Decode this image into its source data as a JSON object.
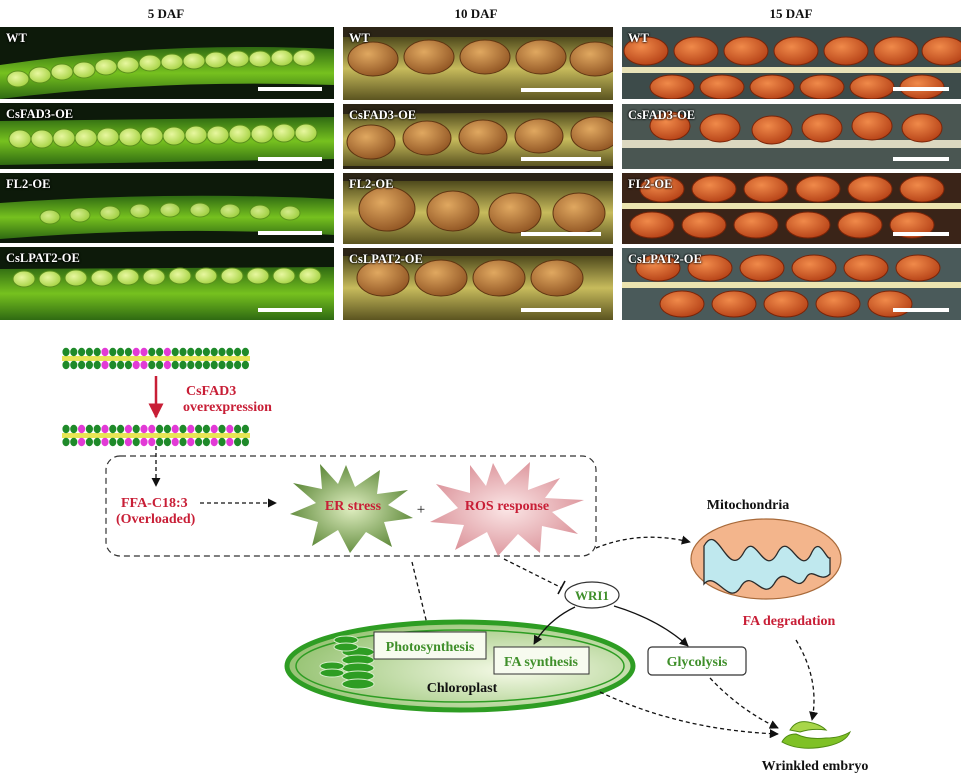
{
  "columns": [
    {
      "header": "5 DAF",
      "theme": "green",
      "panels": [
        "WT",
        "CsFAD3-OE",
        "FL2-OE",
        "CsLPAT2-OE"
      ]
    },
    {
      "header": "10 DAF",
      "theme": "brown",
      "panels": [
        "WT",
        "CsFAD3-OE",
        "FL2-OE",
        "CsLPAT2-OE"
      ]
    },
    {
      "header": "15 DAF",
      "theme": "red",
      "panels": [
        "WT",
        "CsFAD3-OE",
        "FL2-OE",
        "CsLPAT2-OE"
      ]
    }
  ],
  "diagram": {
    "overexpression_line1": "CsFAD3",
    "overexpression_line2": "overexpression",
    "ffa_line1": "FFA-C18:3",
    "ffa_line2": "(Overloaded)",
    "er_stress": "ER stress",
    "plus": "+",
    "ros_response": "ROS response",
    "mitochondria": "Mitochondria",
    "fa_degradation": "FA degradation",
    "wri1": "WRI1",
    "photosynthesis": "Photosynthesis",
    "fa_synthesis": "FA synthesis",
    "chloroplast": "Chloroplast",
    "glycolysis": "Glycolysis",
    "wrinkled_embryo": "Wrinkled embryo"
  },
  "colors": {
    "red_text": "#c81e36",
    "green_text": "#3f8f2a",
    "chloroplast_border": "#2e9d23",
    "mito_fill": "#f3b58c"
  }
}
